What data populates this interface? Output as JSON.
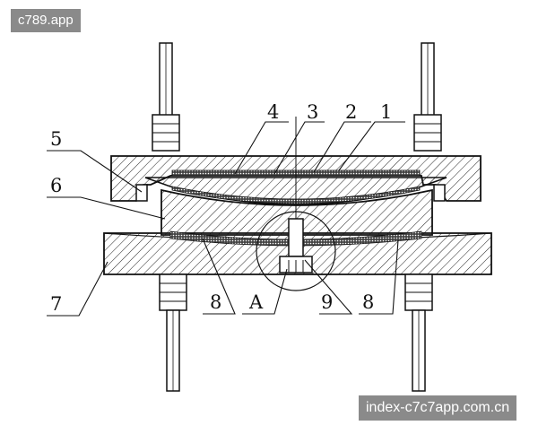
{
  "watermarks": {
    "top_left": "c789.app",
    "bottom_right": "index-c7c7app.com.cn"
  },
  "diagram": {
    "callouts": [
      "1",
      "2",
      "3",
      "4",
      "5",
      "6",
      "7",
      "8",
      "8",
      "9",
      "A"
    ]
  },
  "colors": {
    "ink": "#111111",
    "watermark_bg": "#8a8a8a"
  }
}
